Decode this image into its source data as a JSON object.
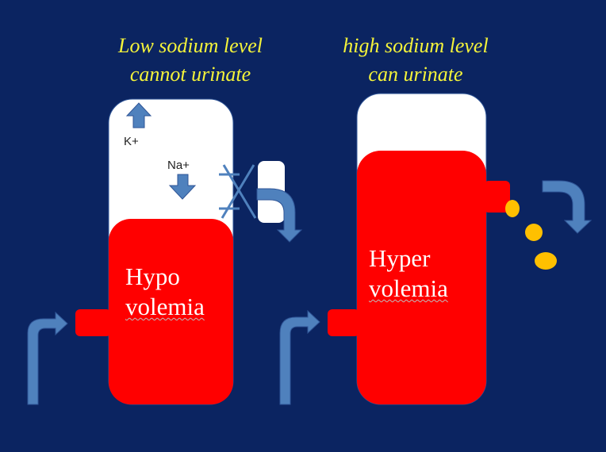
{
  "left_panel": {
    "caption_line1": "Low sodium level",
    "caption_line2": "cannot urinate",
    "ion_up": "K+",
    "ion_down": "Na+",
    "volume_line1": "Hypo",
    "volume_line2": "volemia"
  },
  "right_panel": {
    "caption_line1": "high sodium level",
    "caption_line2": "can  urinate",
    "volume_line1": "Hyper",
    "volume_line2": "volemia"
  },
  "colors": {
    "background": "#0b2461",
    "blood": "#ff0000",
    "container": "#ffffff",
    "arrow": "#4f81bd",
    "caption": "#f4f33a",
    "drops": "#ffc000"
  },
  "icons": [
    "up-arrow-icon",
    "down-arrow-icon",
    "curved-arrow-icon",
    "cross-mark-icon",
    "drop-icon"
  ]
}
